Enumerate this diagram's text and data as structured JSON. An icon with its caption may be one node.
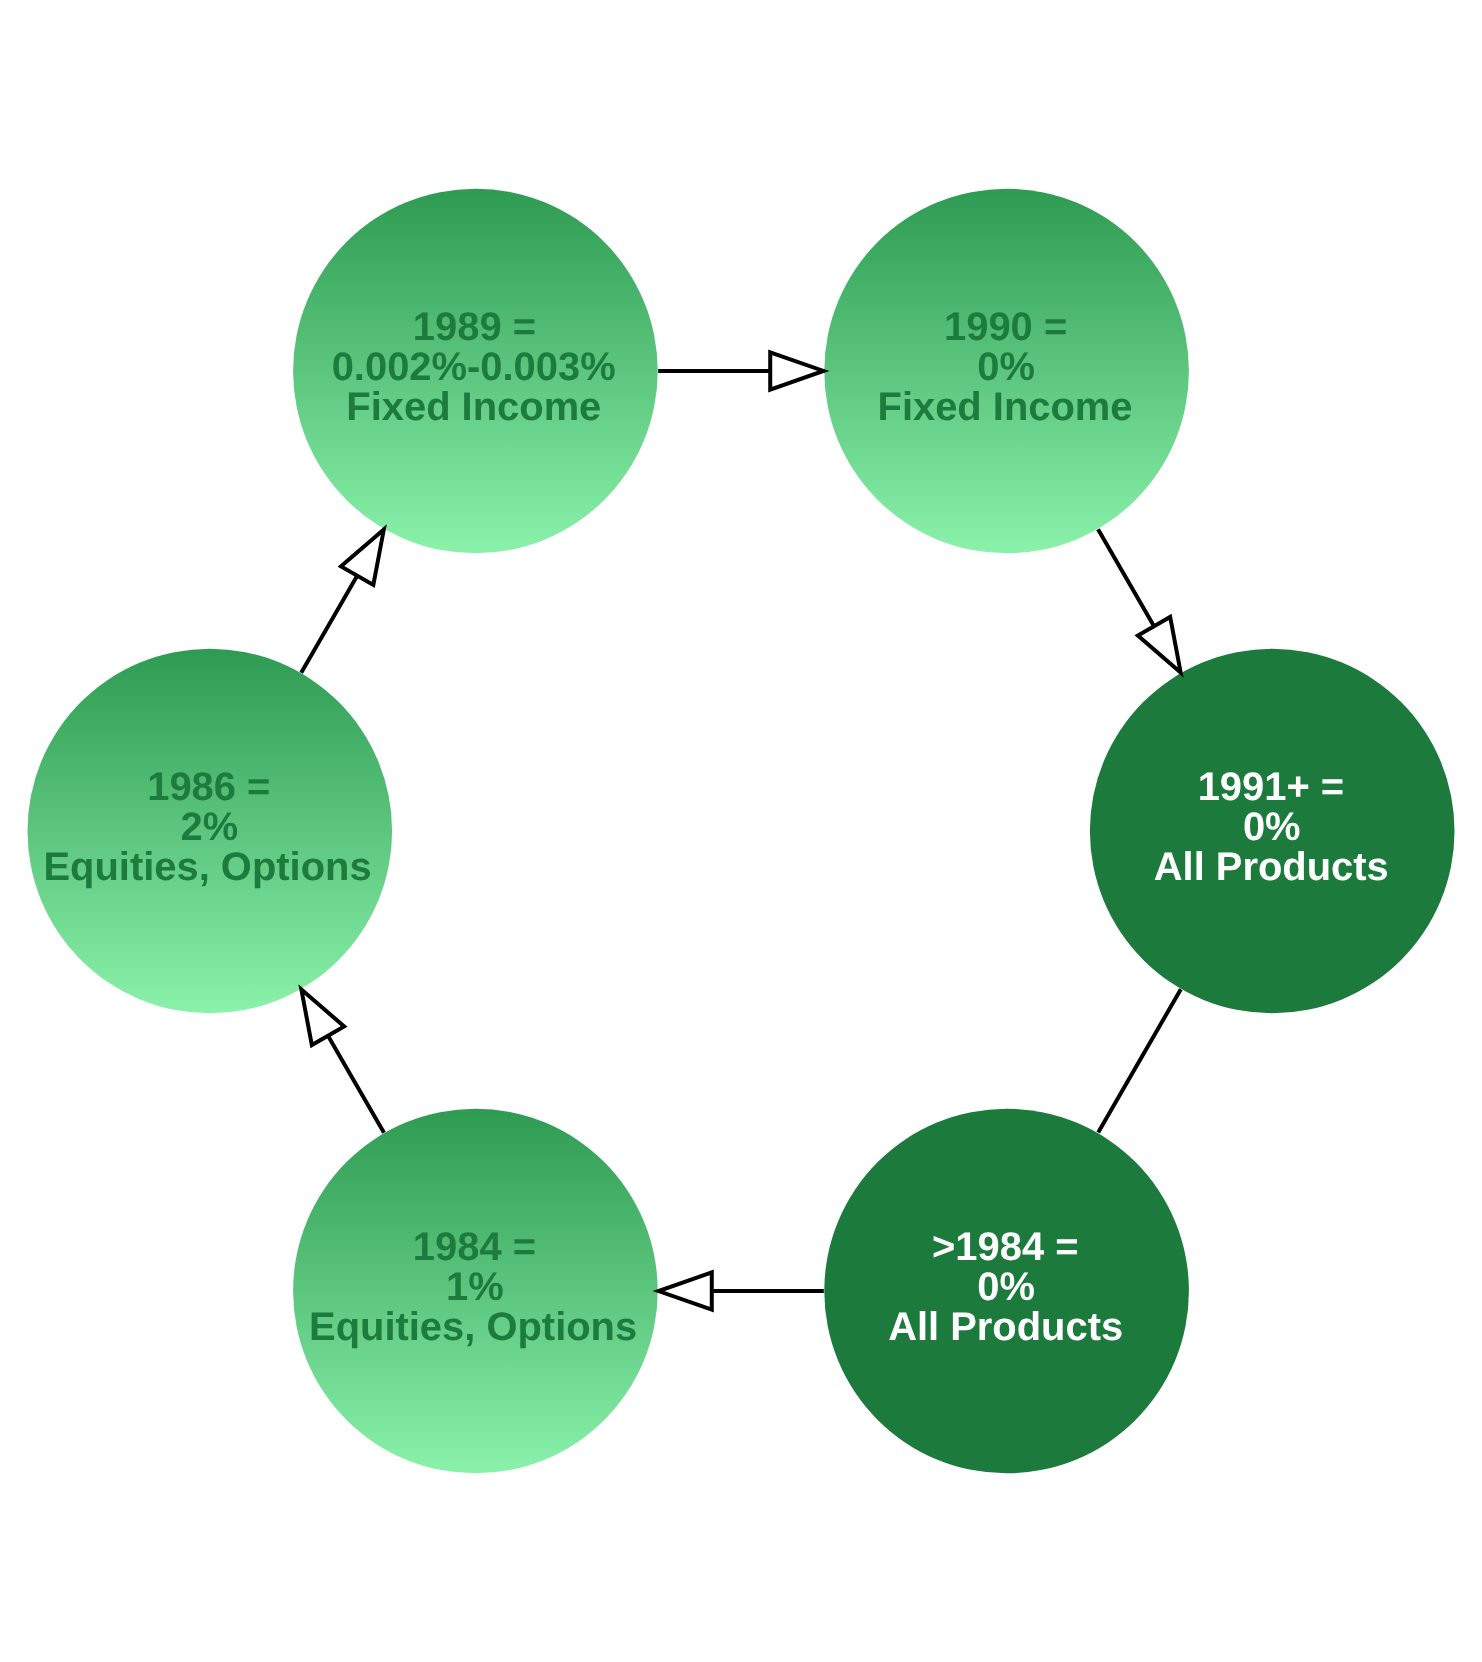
{
  "diagram": {
    "nodes": [
      {
        "text": [
          ">1984 =",
          "0%",
          "All Products"
        ]
      },
      {
        "text": [
          "1984 =",
          "1%",
          "Equities, Options"
        ]
      },
      {
        "text": [
          "1986 =",
          "2%",
          "Equities, Options"
        ]
      },
      {
        "text": [
          "1989 =",
          "0.002%-0.003%",
          "Fixed Income"
        ]
      },
      {
        "text": [
          "1990 =",
          "0%",
          "Fixed Income"
        ]
      },
      {
        "text": [
          "1991+ =",
          "0%",
          "All Products"
        ]
      }
    ],
    "edges": [
      {
        "from": 0,
        "to": 1,
        "arrow": "to"
      },
      {
        "from": 1,
        "to": 2,
        "arrow": "to"
      },
      {
        "from": 2,
        "to": 3,
        "arrow": "to"
      },
      {
        "from": 3,
        "to": 4,
        "arrow": "to"
      },
      {
        "from": 4,
        "to": 5,
        "arrow": "to"
      },
      {
        "from": 5,
        "to": 0,
        "arrow": "none"
      }
    ]
  }
}
